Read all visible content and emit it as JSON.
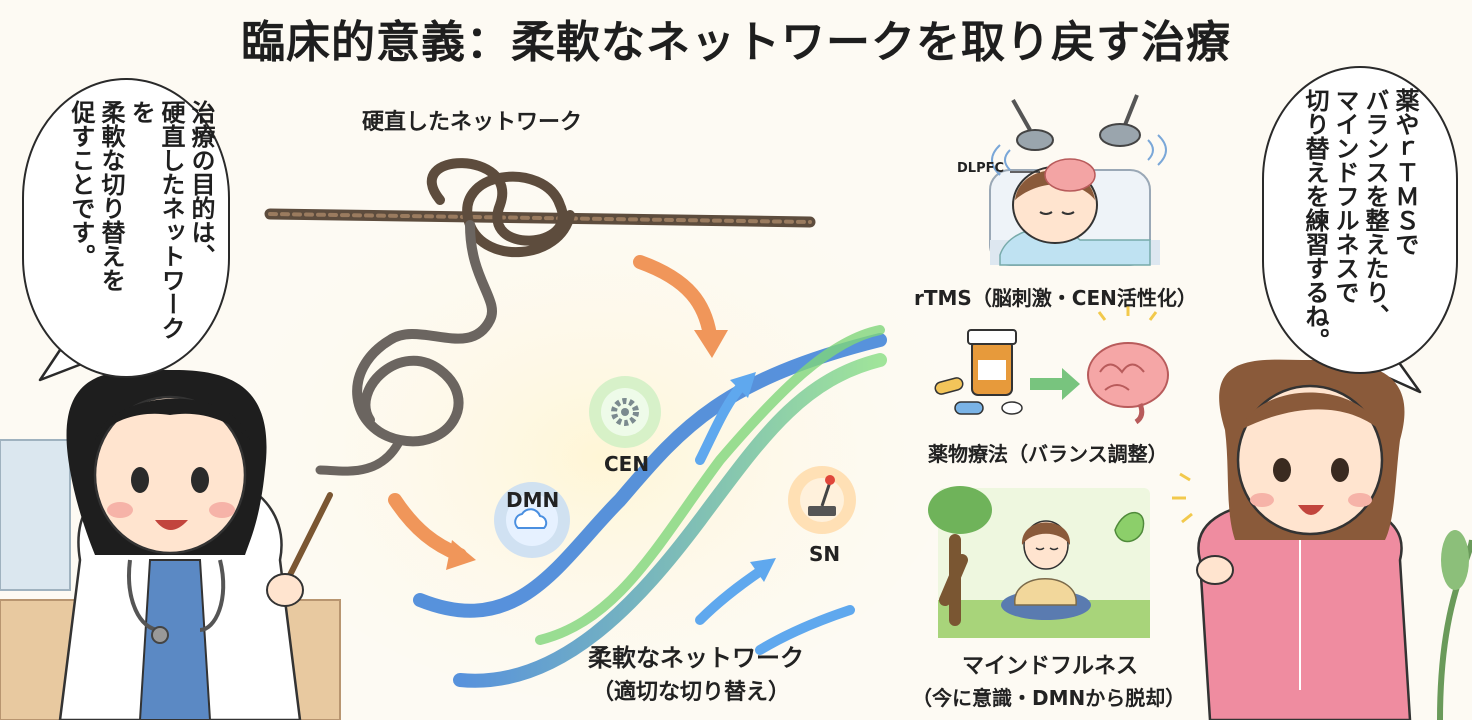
{
  "title": "臨床的意義：柔軟なネットワークを取り戻す治療",
  "left_panel": {
    "rigid_label": "硬直したネットワーク",
    "flexible_label_line1": "柔軟なネットワーク",
    "flexible_label_line2": "（適切な切り替え）",
    "nodes": {
      "dmn": "DMN",
      "cen": "CEN",
      "sn": "SN"
    }
  },
  "treatments": {
    "rtms": {
      "tag": "DLPFC",
      "caption": "rTMS（脳刺激・CEN活性化）"
    },
    "medication": {
      "caption": "薬物療法（バランス調整）"
    },
    "mindfulness": {
      "caption_line1": "マインドフルネス",
      "caption_line2": "（今に意識・DMNから脱却）"
    }
  },
  "doctor_bubble": {
    "lines": [
      "治療の目的は、",
      "硬直したネットワーク",
      "柔軟な切り替えを",
      "促すことです。"
    ],
    "line4_prefix": "を"
  },
  "patient_bubble": {
    "lines": [
      "薬やｒＴＭＳで",
      "バランスを整えたり、",
      "マインドフルネスで",
      "切り替えを練習するね。"
    ]
  },
  "colors": {
    "rigid": "#6b5a4a",
    "flow_blue": "#4a8fe0",
    "flow_green": "#7fd67a",
    "arrow_orange": "#f0965a",
    "arrow_blue": "#5fa8ee"
  }
}
